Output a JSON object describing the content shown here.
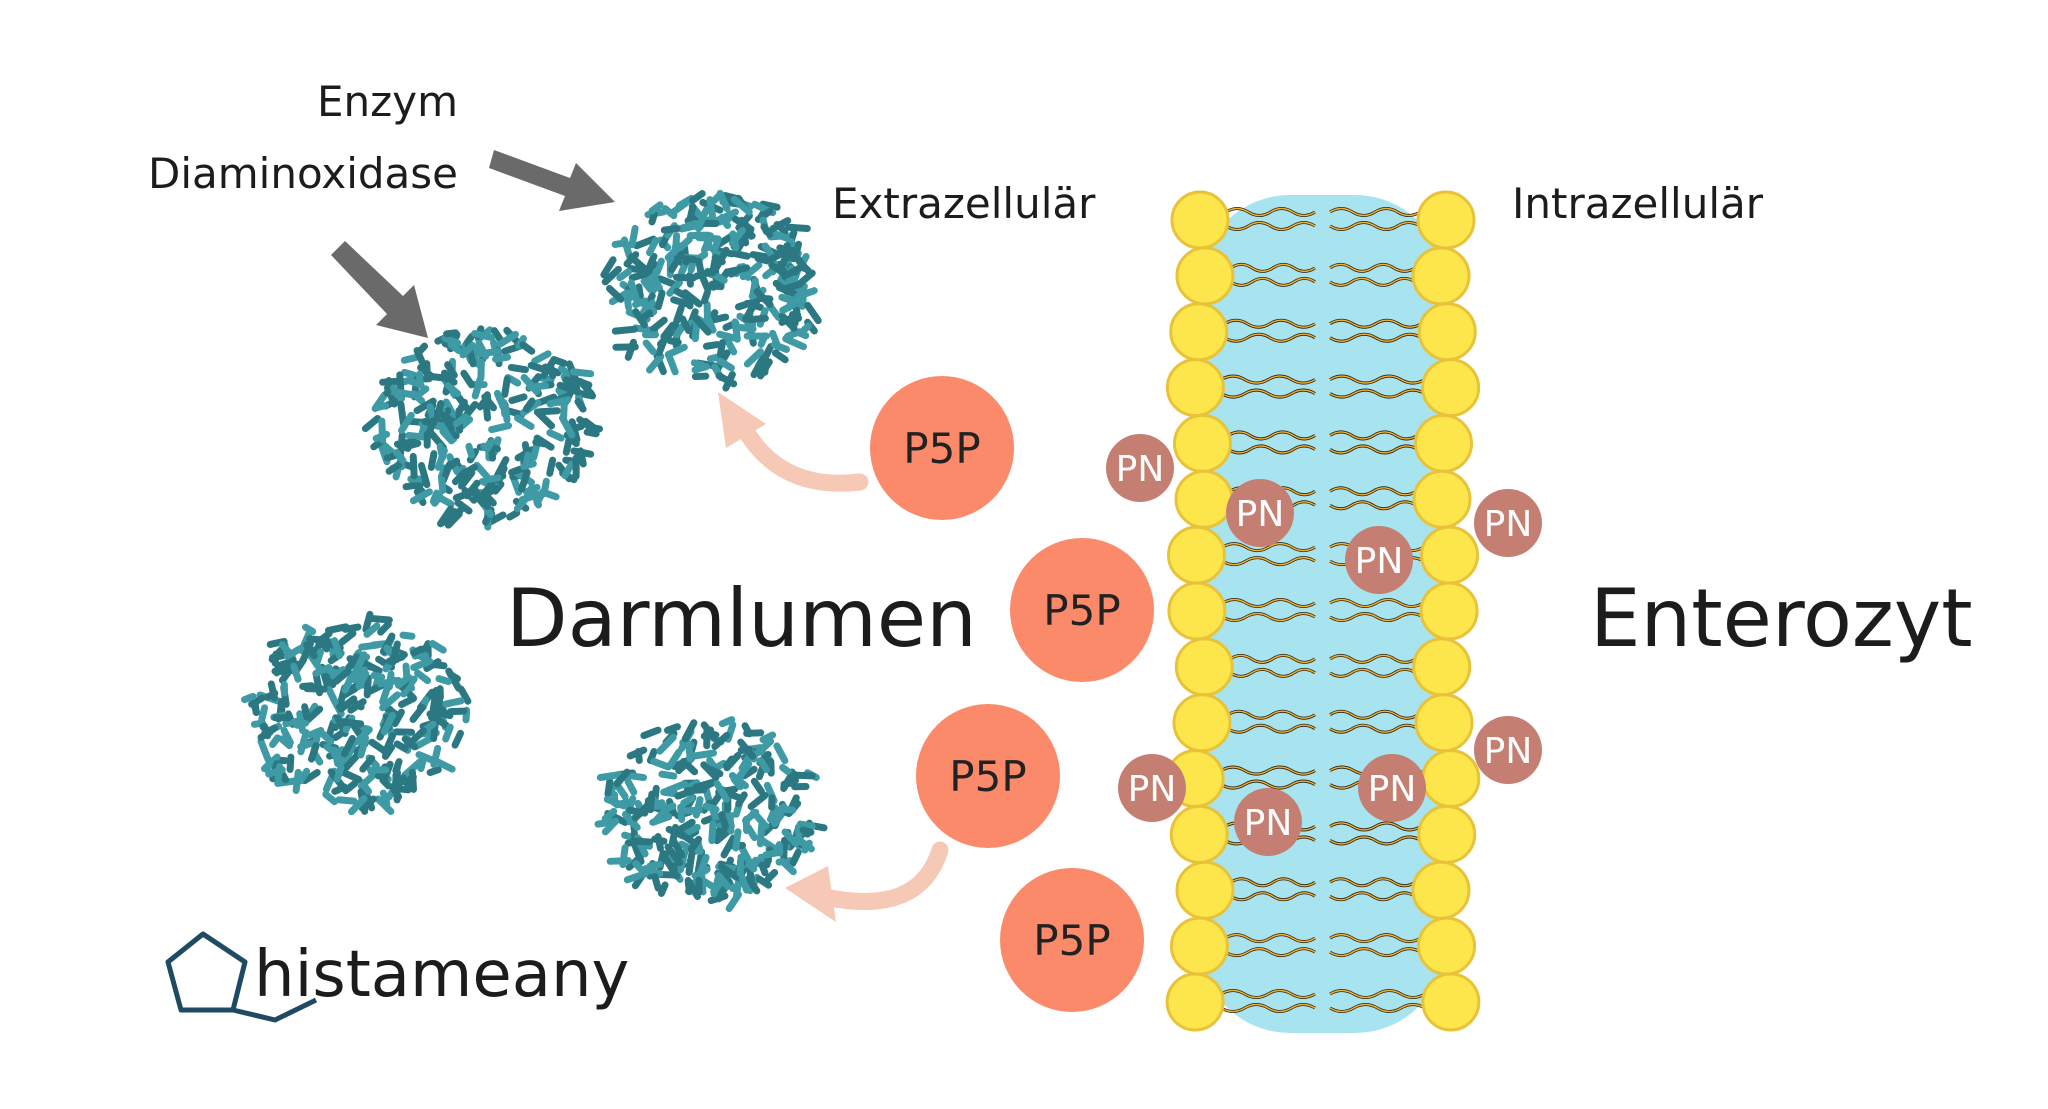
{
  "labels": {
    "enzyme_line1": "Enzym",
    "enzyme_line2": "Diaminoxidase",
    "extracellular": "Extrazellulär",
    "intracellular": "Intrazellulär",
    "lumen": "Darmlumen",
    "enterocyte": "Enterozyt"
  },
  "molecules": {
    "p5p": "P5P",
    "pn": "PN"
  },
  "logo": {
    "text": "histameany"
  },
  "colors": {
    "p5p_fill": "#fb8a6a",
    "pn_fill": "#c47f72",
    "membrane_core": "#a8e4f0",
    "lipid_head": "#fde64c",
    "lipid_head_edge": "#e8c33a",
    "lipid_tail": "#2a2013",
    "enzyme": "#3e9aa4",
    "enzyme_dark": "#2b7882",
    "arrow_gray": "#6a6a6a",
    "arrow_peach": "#f6c8b6",
    "logo": "#1e4a62"
  }
}
